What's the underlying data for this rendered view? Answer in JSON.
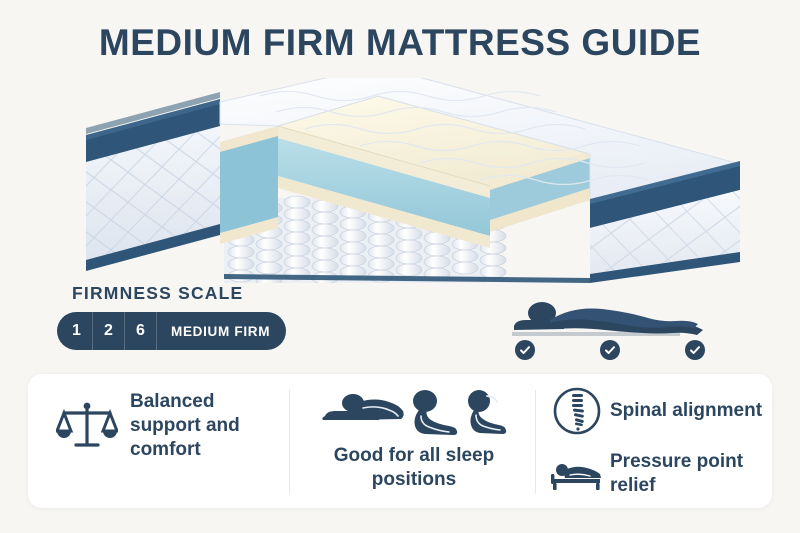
{
  "page": {
    "title": "MEDIUM FIRM MATTRESS GUIDE",
    "background_color": "#f7f6f3",
    "accent_color": "#2c4660",
    "card_color": "#ffffff"
  },
  "illustration": {
    "name": "cutaway-mattress",
    "layers": [
      {
        "name": "pillow-top-quilted-cover",
        "color": "#f4f7fb"
      },
      {
        "name": "navy-border-band",
        "color": "#2f5678"
      },
      {
        "name": "memory-foam-top",
        "color": "#f5efd8"
      },
      {
        "name": "transition-foam-layer",
        "color": "#a8d4e0"
      },
      {
        "name": "foam-edge-strip",
        "color": "#f2ead2"
      },
      {
        "name": "pocket-coil-springs",
        "color": "#ffffff"
      },
      {
        "name": "diamond-quilted-side-panel",
        "color": "#eef1f6"
      }
    ]
  },
  "firmness": {
    "heading": "FIRMNESS SCALE",
    "segments": [
      "1",
      "2",
      "6"
    ],
    "rating_label": "MEDIUM FIRM",
    "pill_color": "#2c4660",
    "pill_text_color": "#ffffff"
  },
  "sleeper": {
    "icon": "sleeping-person-icon",
    "checks": [
      "check-icon",
      "check-icon",
      "check-icon"
    ],
    "check_count": 3
  },
  "features": [
    {
      "id": "balanced-support",
      "icon": "balance-scale-icon",
      "text": "Balanced support and comfort"
    },
    {
      "id": "sleep-positions",
      "icon": "sleep-positions-icon",
      "text": "Good for all sleep positions"
    },
    {
      "id": "spinal-alignment",
      "icon": "spine-circle-icon",
      "text": "Spinal alignment"
    },
    {
      "id": "pressure-point-relief",
      "icon": "person-on-bed-icon",
      "text": "Pressure point relief"
    }
  ]
}
